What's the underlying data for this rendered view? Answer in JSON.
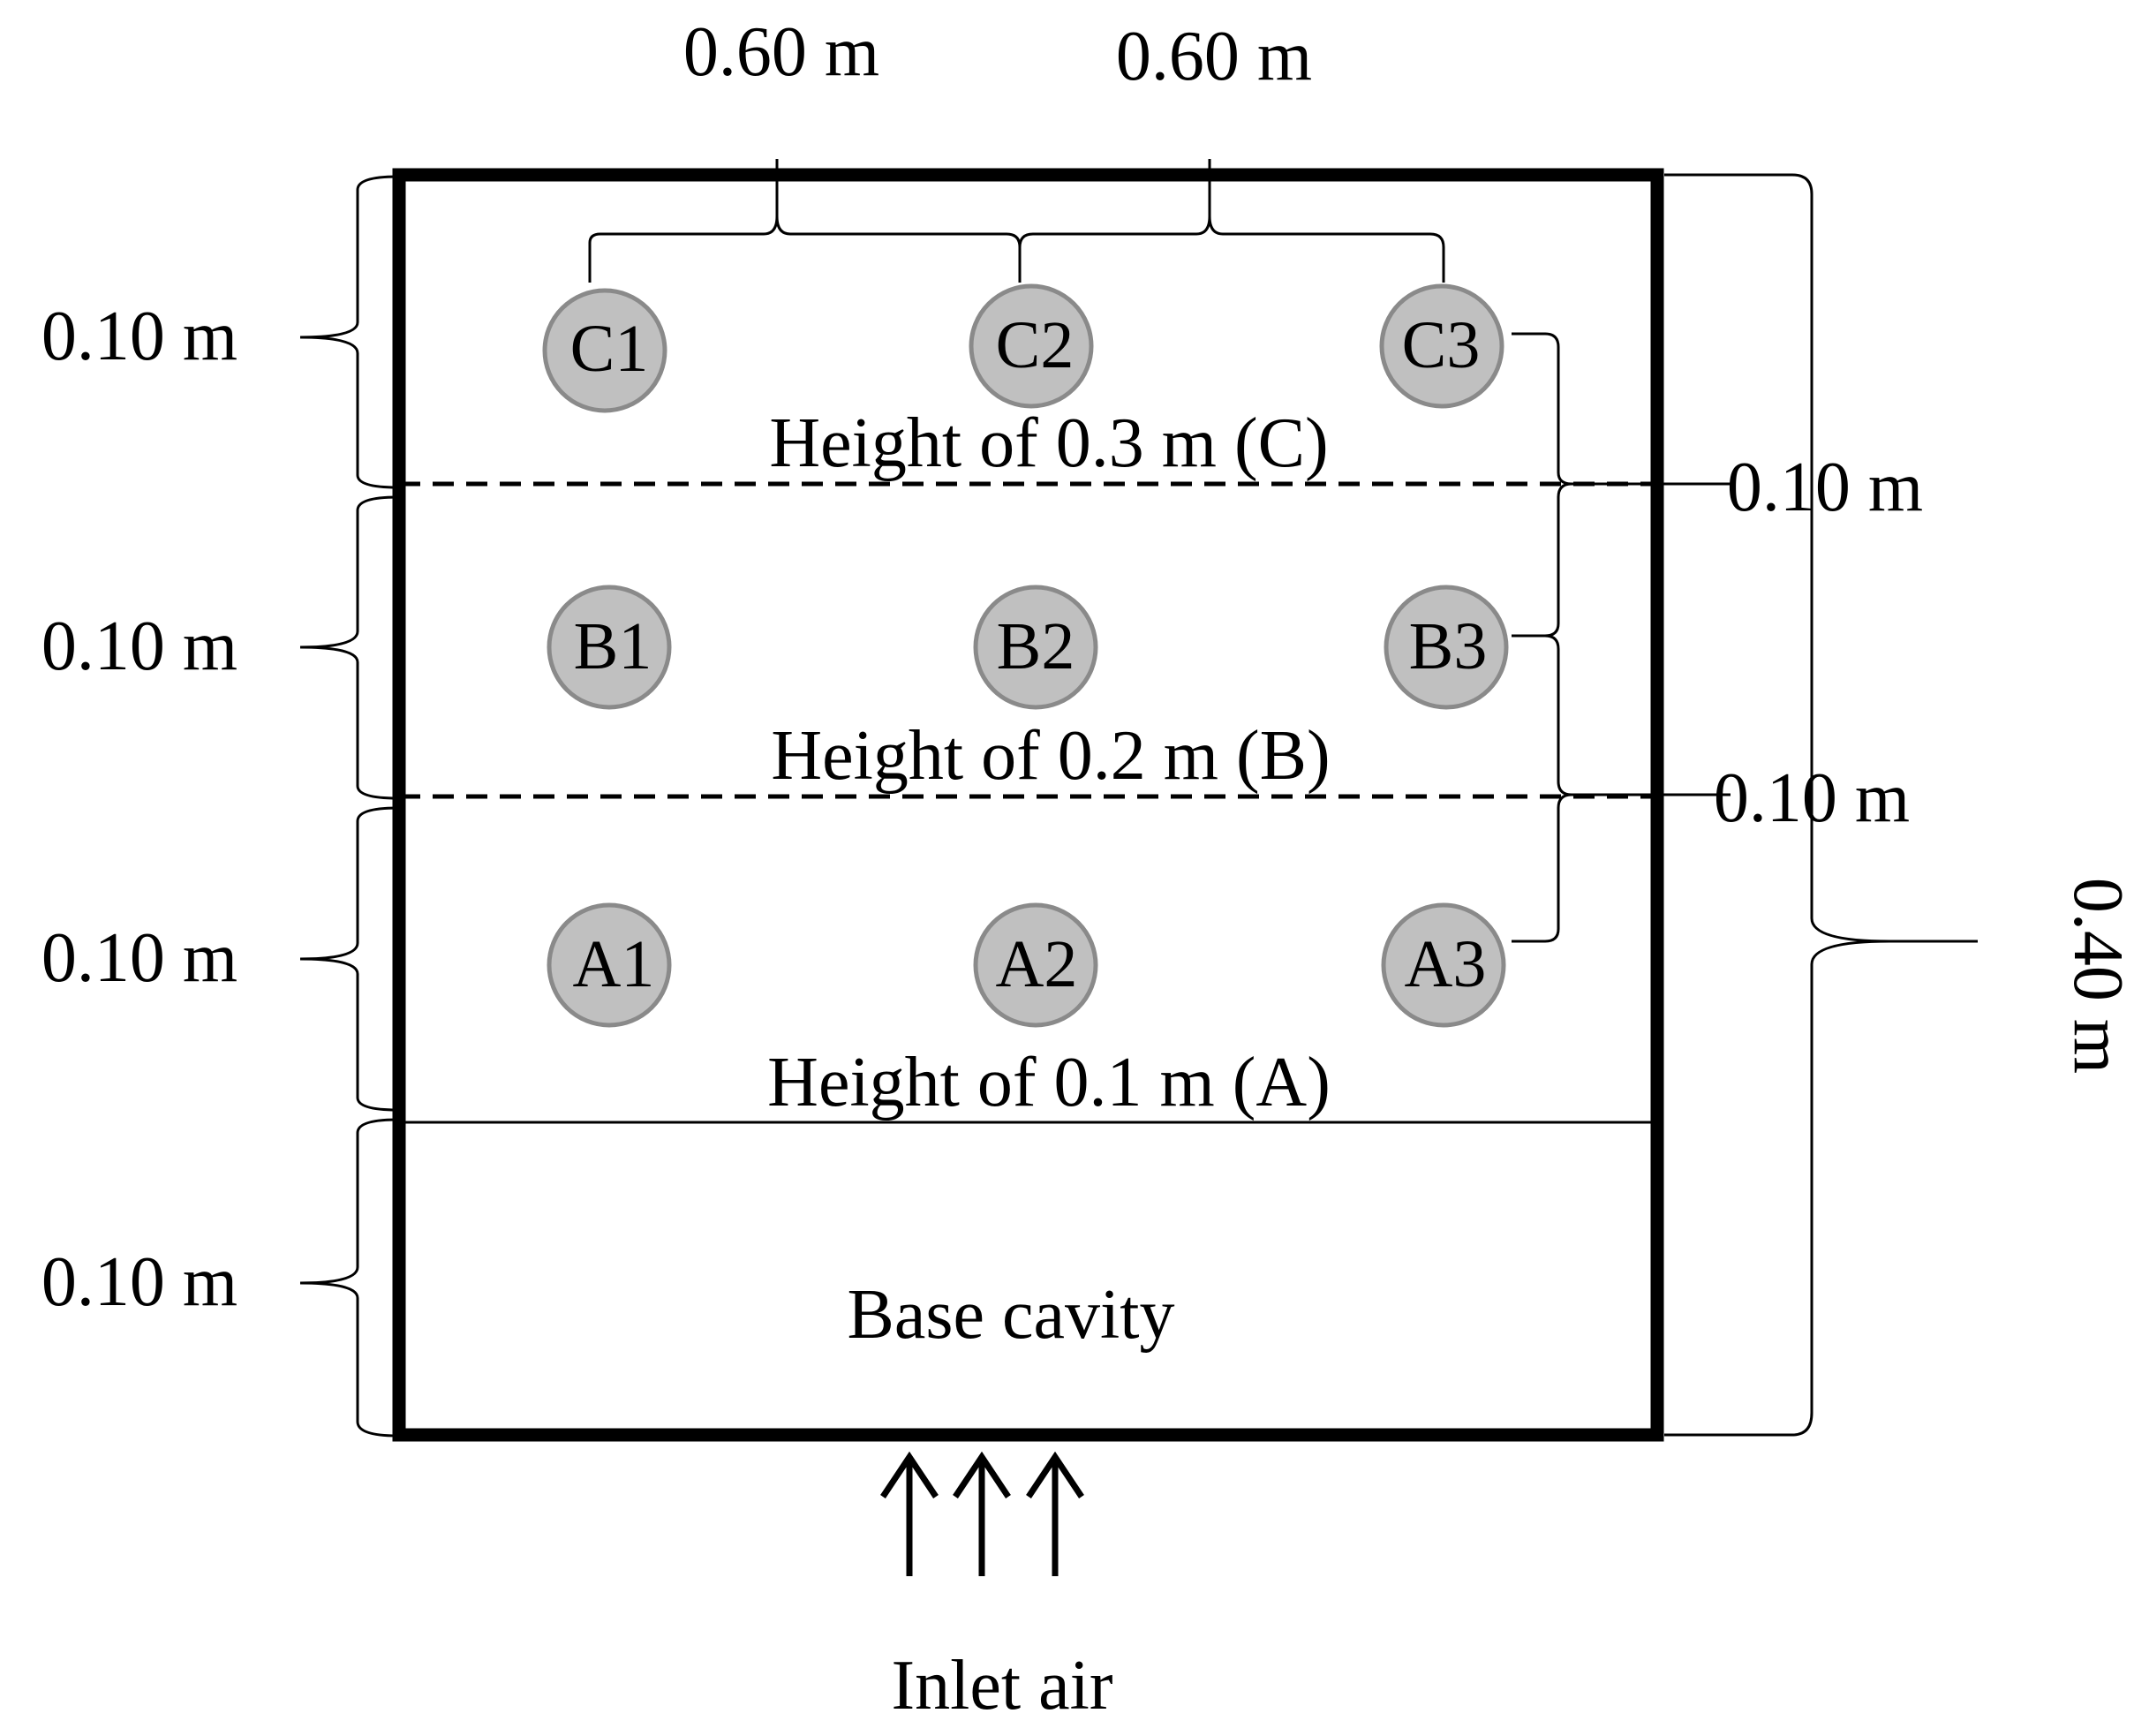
{
  "dimensions": {
    "top_left": "0.60 m",
    "top_right": "0.60 m",
    "left": [
      "0.10 m",
      "0.10 m",
      "0.10 m",
      "0.10 m"
    ],
    "right_upper": "0.10 m",
    "right_lower": "0.10 m",
    "total": "0.40 m"
  },
  "levels": {
    "c": "Height of 0.3 m (C)",
    "b": "Height of 0.2 m (B)",
    "a": "Height of 0.1 m (A)"
  },
  "base": "Base cavity",
  "inlet": "Inlet air",
  "sensors": {
    "c1": "C1",
    "c2": "C2",
    "c3": "C3",
    "b1": "B1",
    "b2": "B2",
    "b3": "B3",
    "a1": "A1",
    "a2": "A2",
    "a3": "A3"
  },
  "colors": {
    "sensor_fill": "#c0c0c0",
    "sensor_stroke": "#8a8a8a",
    "line": "#000000"
  }
}
